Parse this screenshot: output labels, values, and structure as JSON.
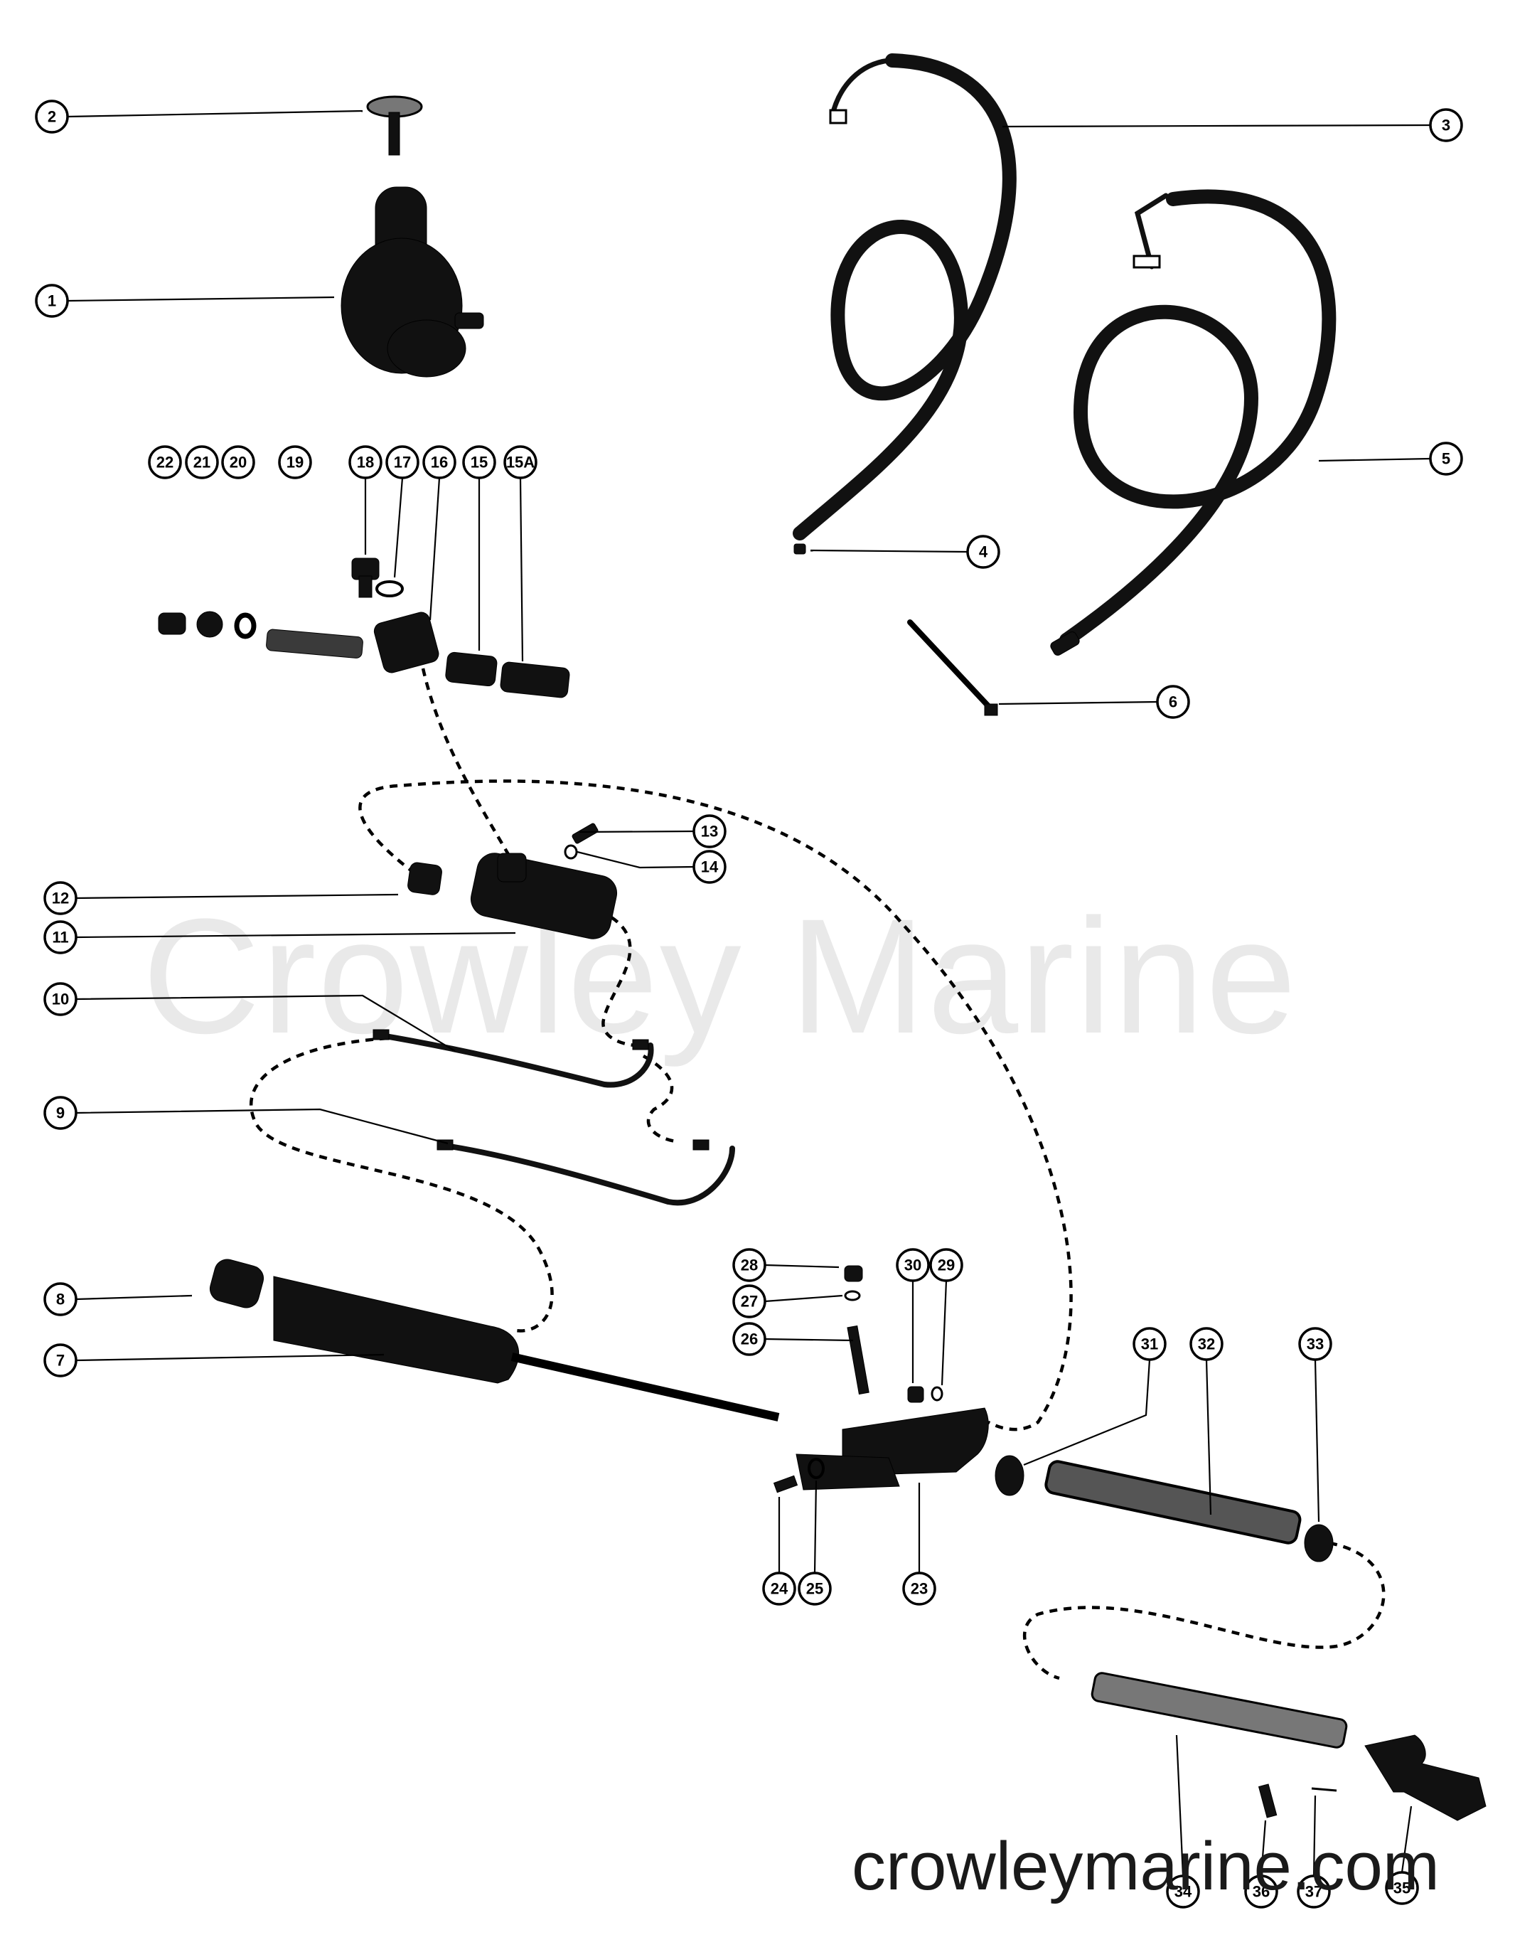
{
  "watermark": "Crowley Marine",
  "site_label": "crowleymarine.com",
  "callouts": [
    "1",
    "2",
    "3",
    "4",
    "5",
    "6",
    "7",
    "8",
    "9",
    "10",
    "11",
    "12",
    "13",
    "14",
    "15",
    "15A",
    "16",
    "17",
    "18",
    "19",
    "20",
    "21",
    "22",
    "23",
    "24",
    "25",
    "26",
    "27",
    "28",
    "29",
    "30",
    "31",
    "32",
    "33",
    "34",
    "35",
    "36",
    "37"
  ]
}
